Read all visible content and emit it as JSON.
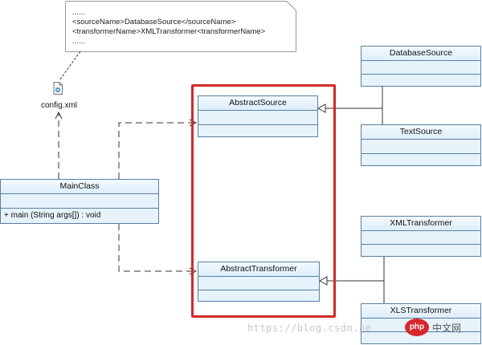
{
  "note": {
    "lines": [
      "......",
      "<sourceName>DatabaseSource</sourceName>",
      "<transformerName>XMLTransformer<transformerName>",
      "......"
    ]
  },
  "config": {
    "label": "config.xml",
    "icon": "xml-file-icon"
  },
  "classes": {
    "main": {
      "name": "MainClass",
      "operation": "+ main (String args[])  : void"
    },
    "abstract_source": {
      "name": "AbstractSource"
    },
    "abstract_transformer": {
      "name": "AbstractTransformer"
    },
    "database_source": {
      "name": "DatabaseSource"
    },
    "text_source": {
      "name": "TextSource"
    },
    "xml_transformer": {
      "name": "XMLTransformer"
    },
    "xls_transformer": {
      "name": "XLSTransformer"
    }
  },
  "highlight_color": "#d12a2a",
  "class_fill_color": "#e6f3fb",
  "watermark": {
    "url": "https://blog.csdn.ne",
    "badge": "php",
    "cn": "中文网"
  }
}
